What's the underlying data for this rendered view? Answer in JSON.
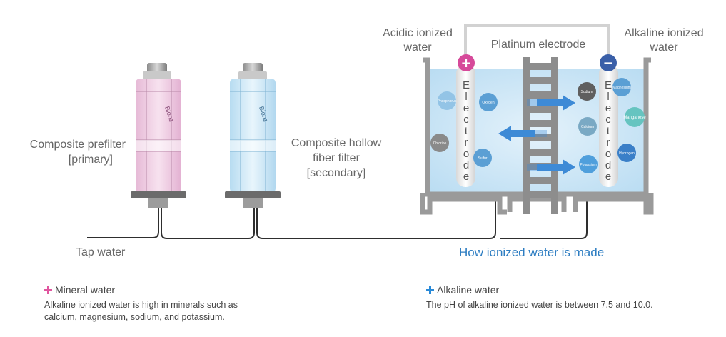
{
  "colors": {
    "prefilter": "#f0cfe6",
    "hollow_filter": "#cde8f6",
    "water": "#cfe8f8",
    "tank": "#9a9a9a",
    "pipe": "#2e2e2e",
    "anode_badge": "#d64a9a",
    "cathode_badge": "#3a5fa8",
    "arrow": "#3d8ad6",
    "title_blue": "#2d7dc2",
    "mineral_plus": "#e0569f",
    "alkaline_plus": "#2a8ad8"
  },
  "labels": {
    "prefilter": [
      "Composite prefilter",
      "[primary]"
    ],
    "hollow": [
      "Composite hollow",
      "fiber filter",
      "[secondary]"
    ],
    "acidic": [
      "Acidic ionized",
      "water"
    ],
    "platinum": "Platinum electrode",
    "alkaline": [
      "Alkaline ionized",
      "water"
    ],
    "tap": "Tap water",
    "title": "How ionized water is made"
  },
  "filters": {
    "prefilter_brand": "Bionz",
    "hollow_brand": "Bionz"
  },
  "electrodes": {
    "text": "Electrode",
    "left_sign": "+",
    "right_sign": "−"
  },
  "ions_left": [
    "Phosphorus",
    "Oxygen",
    "Chlorine",
    "Sulfur"
  ],
  "ions_middle": [
    "Sodium",
    "Calcium",
    "Potassium"
  ],
  "ions_right": [
    "Magnesium",
    "Manganese",
    "Hydrogen"
  ],
  "notes": {
    "mineral_title": "Mineral water",
    "mineral_body": [
      "Alkaline ionized water is high in minerals such as",
      "calcium, magnesium, sodium, and potassium."
    ],
    "alkaline_title": "Alkaline water",
    "alkaline_body": "The pH of alkaline ionized water is between 7.5 and 10.0."
  }
}
